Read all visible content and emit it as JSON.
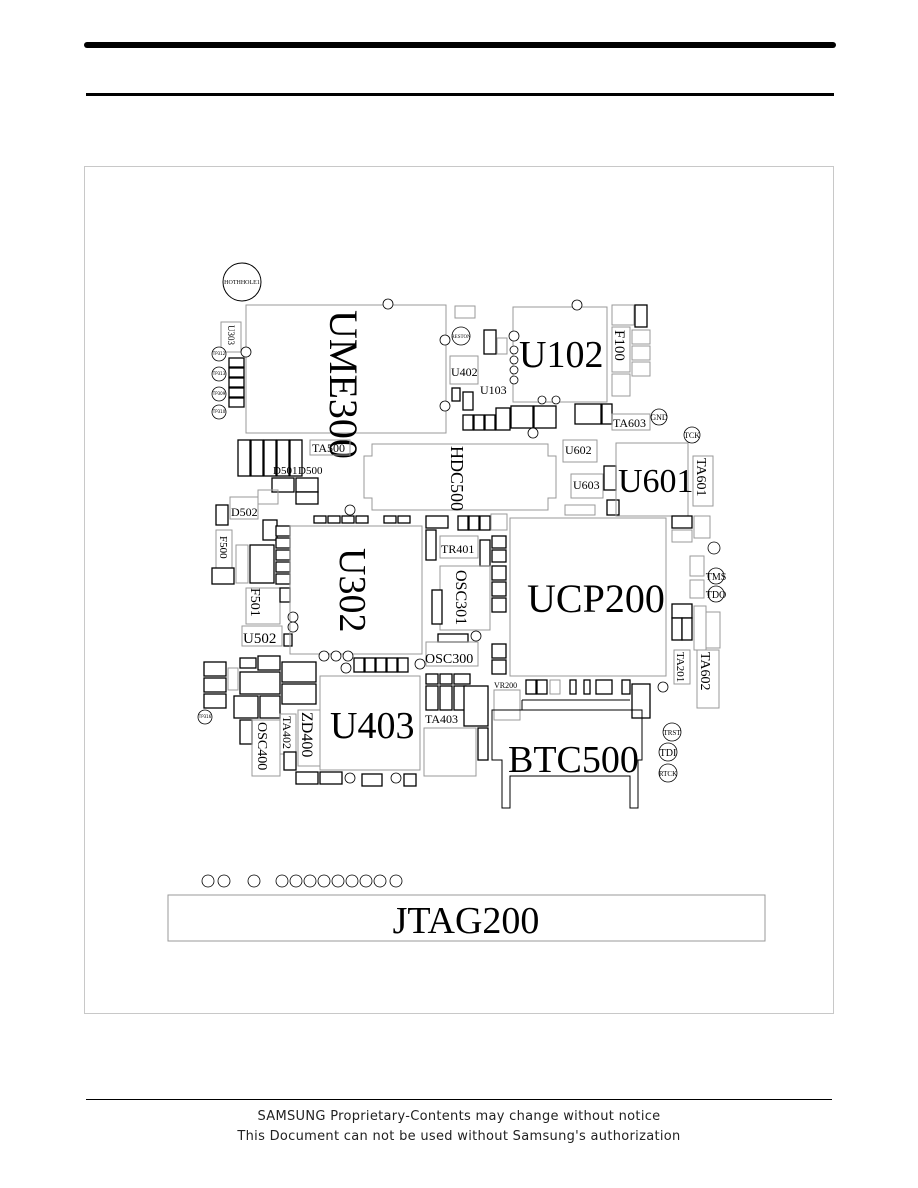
{
  "board": {
    "labels": {
      "hole": "HOTHHOLE1",
      "ume300": "UME300",
      "u102": "U102",
      "u303": "U303",
      "tp312": "TP312",
      "tp313": "TP313",
      "tp309": "TP309",
      "tp310": "TP310",
      "reston": "RESTON",
      "u402": "U402",
      "u103": "U103",
      "f100": "F100",
      "ta603": "TA603",
      "gnd": "GND",
      "tck": "TCK",
      "ta500": "TA500",
      "d501": "D501",
      "d500": "D500",
      "hdc500": "HDC500",
      "u602": "U602",
      "u603": "U603",
      "u601": "U601",
      "ta601": "TA601",
      "d502": "D502",
      "f500": "F500",
      "f501": "F501",
      "u302": "U302",
      "tr401": "TR401",
      "osc301": "OSC301",
      "ucp200": "UCP200",
      "tms": "TMS",
      "tdo": "TDO",
      "u502": "U502",
      "osc300": "OSC300",
      "ta201": "TA201",
      "ta602": "TA602",
      "vr200": "VR200",
      "tp316": "TP316",
      "osc400": "OSC400",
      "ta402": "TA402",
      "zd400": "ZD400",
      "u403": "U403",
      "ta403": "TA403",
      "btc500": "BTC500",
      "trst": "TRST",
      "tdi": "TDI",
      "rtck": "RTCK",
      "jtag200": "JTAG200"
    }
  },
  "footer": {
    "line1": "SAMSUNG Proprietary-Contents may change without notice",
    "line2": "This Document can not be used without Samsung's authorization"
  }
}
